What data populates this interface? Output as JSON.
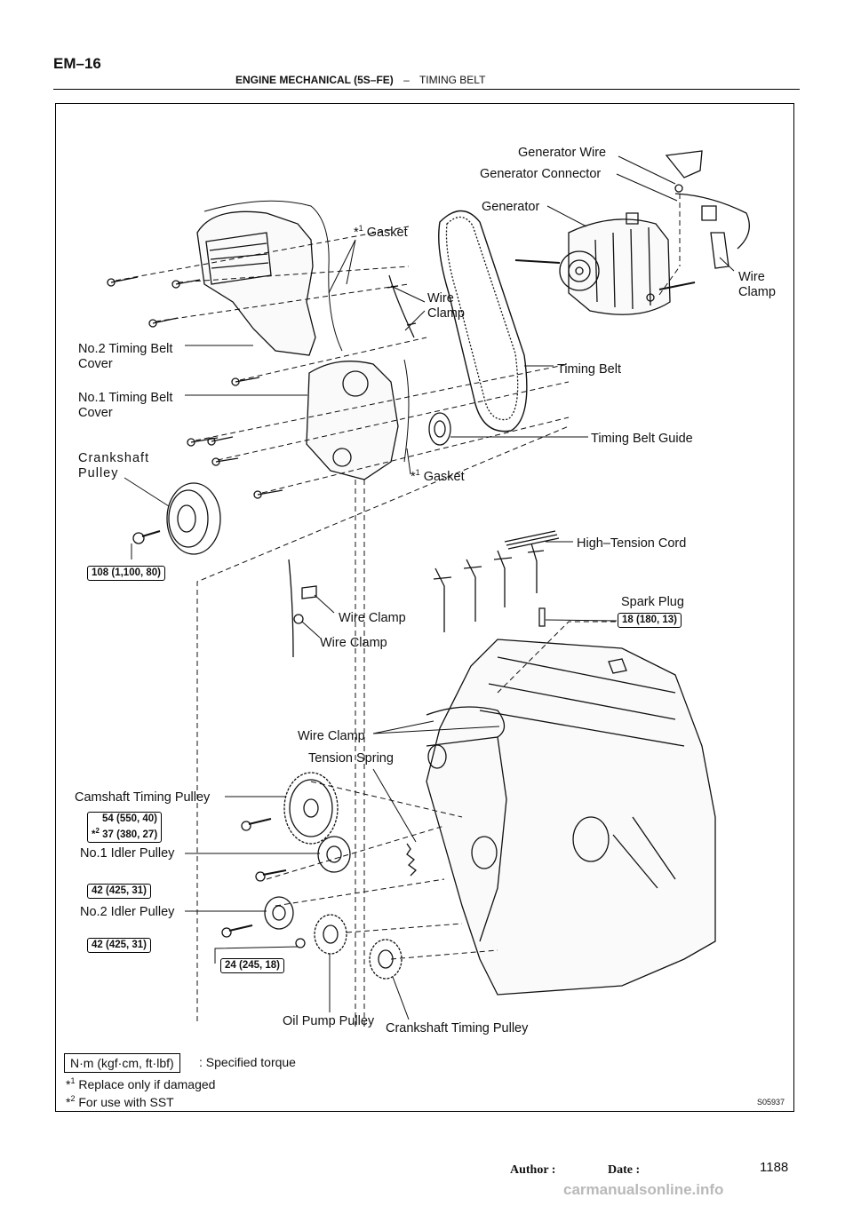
{
  "page": {
    "id": "EM–16",
    "section": "ENGINE MECHANICAL (5S–FE)",
    "separator": "–",
    "subsection": "TIMING BELT",
    "page_number": "1188",
    "author_label": "Author :",
    "date_label": "Date :",
    "figure_code": "S05937",
    "watermark": "carmanualsonline.info"
  },
  "labels": {
    "generator_wire": "Generator Wire",
    "generator_connector": "Generator Connector",
    "generator": "Generator",
    "gasket_top_mark": "*",
    "gasket_top_sup": "1",
    "gasket_top": "Gasket",
    "wire_clamp_right_1": "Wire",
    "wire_clamp_right_2": "Clamp",
    "wire_clamp_mid_1": "Wire",
    "wire_clamp_mid_2": "Clamp",
    "no2_cover_1": "No.2 Timing Belt",
    "no2_cover_2": "Cover",
    "timing_belt": "Timing Belt",
    "no1_cover_1": "No.1 Timing Belt",
    "no1_cover_2": "Cover",
    "timing_belt_guide": "Timing Belt Guide",
    "crank_pulley_1": "Crankshaft",
    "crank_pulley_2": "Pulley",
    "gasket_low_mark": "*",
    "gasket_low_sup": "1",
    "gasket_low": "Gasket",
    "high_tension_cord": "High–Tension Cord",
    "spark_plug": "Spark Plug",
    "wire_clamp_a": "Wire Clamp",
    "wire_clamp_b": "Wire Clamp",
    "wire_clamp_c": "Wire Clamp",
    "tension_spring": "Tension Spring",
    "camshaft_timing_pulley": "Camshaft Timing Pulley",
    "no1_idler": "No.1 Idler Pulley",
    "no2_idler": "No.2 Idler Pulley",
    "oil_pump_pulley": "Oil Pump Pulley",
    "crankshaft_timing_pulley": "Crankshaft Timing Pulley"
  },
  "torques": {
    "crank_pulley_bolt": "108 (1,100, 80)",
    "spark_plug": "18 (180, 13)",
    "camshaft_a": "54 (550, 40)",
    "camshaft_mark": "*",
    "camshaft_sup": "2",
    "camshaft_b": "37 (380, 27)",
    "no1_idler": "42 (425, 31)",
    "no2_idler": "42 (425, 31)",
    "oil_pump": "24 (245, 18)"
  },
  "legend": {
    "unit": "N·m (kgf·cm, ft·lbf)",
    "unit_desc": ": Specified torque",
    "note1_mark": "*",
    "note1_sup": "1",
    "note1": "Replace only if damaged",
    "note2_mark": "*",
    "note2_sup": "2",
    "note2": "For use with SST"
  }
}
